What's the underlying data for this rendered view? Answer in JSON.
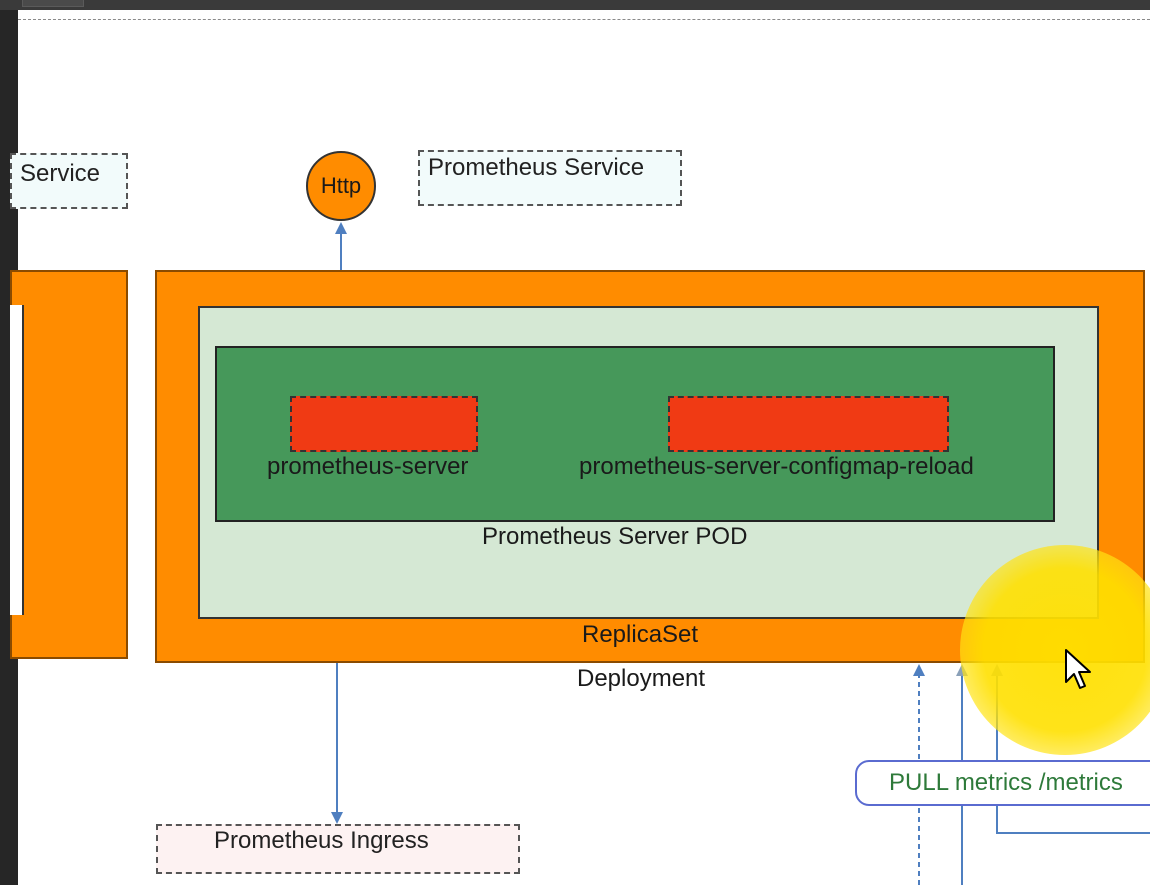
{
  "diagram": {
    "service_left_label": "Service",
    "prometheus_service_label": "Prometheus Service",
    "http_label": "Http",
    "container_1_label": "prometheus-server",
    "container_2_label": "prometheus-server-configmap-reload",
    "pod_label": "Prometheus Server POD",
    "replicaset_label": "ReplicaSet",
    "deployment_label": "Deployment",
    "ingress_label": "Prometheus Ingress",
    "pull_metrics_label": "PULL metrics /metrics"
  },
  "colors": {
    "deployment_orange": "#ff8c00",
    "pod_light_green": "#d5e8d4",
    "pod_inner_green": "#46985a",
    "container_red": "#f03a14",
    "arrow_blue": "#4f7fc0",
    "pill_border": "#5a6bd0",
    "pill_text": "#2e7a3a",
    "cursor_highlight": "#ffe000"
  },
  "icons": {
    "cursor": "mouse-pointer-icon"
  }
}
